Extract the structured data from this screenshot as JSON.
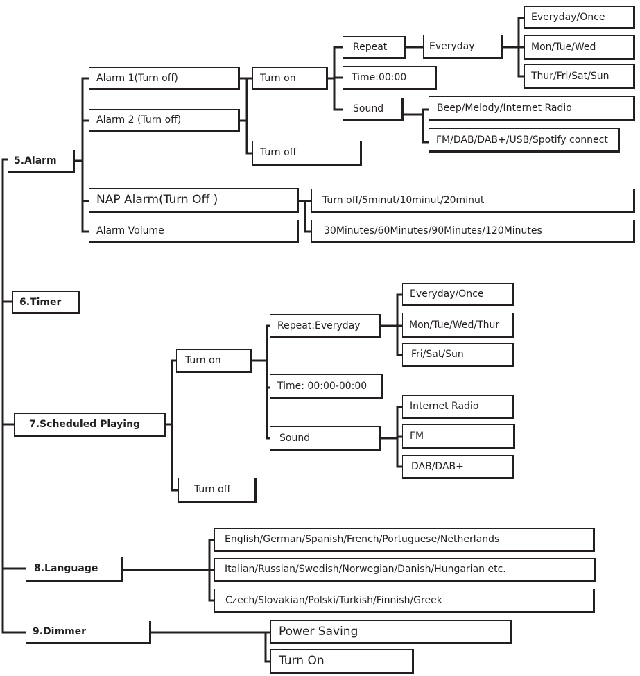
{
  "alarm": {
    "title": "5.Alarm",
    "alarm1": "Alarm 1(Turn off)",
    "alarm2": "Alarm 2 (Turn off)",
    "turn_on": "Turn on",
    "turn_off": "Turn off",
    "repeat": "Repeat",
    "everyday": "Everyday",
    "everyday_once": "Everyday/Once",
    "mon_wed": "Mon/Tue/Wed",
    "thur_sun": "Thur/Fri/Sat/Sun",
    "time": "Time:00:00",
    "sound": "Sound",
    "sound_opt1": "Beep/Melody/Internet Radio",
    "sound_opt2": "FM/DAB/DAB+/USB/Spotify connect",
    "nap": "NAP Alarm(Turn Off )",
    "nap_opts": "Turn off/5minut/10minut/20minut",
    "volume": "Alarm Volume",
    "volume_opts": "30Minutes/60Minutes/90Minutes/120Minutes"
  },
  "timer": {
    "title": "6.Timer"
  },
  "scheduled": {
    "title": "7.Scheduled Playing",
    "turn_on": "Turn on",
    "turn_off": "Turn off",
    "repeat": "Repeat:Everyday",
    "everyday_once": "Everyday/Once",
    "mon_thur": "Mon/Tue/Wed/Thur",
    "fri_sun": "Fri/Sat/Sun",
    "time": "Time: 00:00-00:00",
    "sound": "Sound",
    "internet_radio": "Internet Radio",
    "fm": "FM",
    "dab": "DAB/DAB+"
  },
  "language": {
    "title": "8.Language",
    "opts1": "English/German/Spanish/French/Portuguese/Netherlands",
    "opts2": "Italian/Russian/Swedish/Norwegian/Danish/Hungarian etc.",
    "opts3": "Czech/Slovakian/Polski/Turkish/Finnish/Greek"
  },
  "dimmer": {
    "title": "9.Dimmer",
    "power_saving": "Power Saving",
    "turn_on": "Turn On"
  }
}
